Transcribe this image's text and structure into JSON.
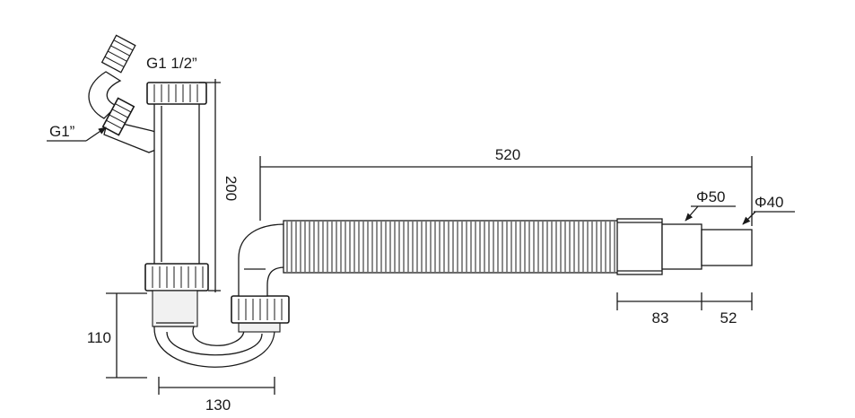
{
  "labels": {
    "inlet_thread": "G1 1/2”",
    "side_thread": "G1”",
    "outlet_large_dia": "Φ50",
    "outlet_small_dia": "Φ40"
  },
  "dimensions": {
    "hose_length": "520",
    "tube_height": "200",
    "trap_depth": "110",
    "trap_width": "130",
    "outlet_large_len": "83",
    "outlet_small_len": "52"
  }
}
